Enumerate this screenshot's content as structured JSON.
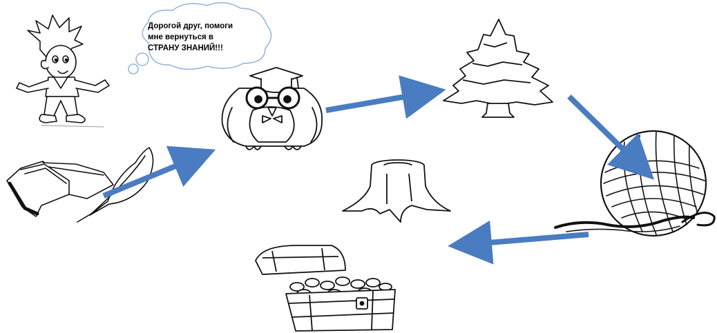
{
  "speech_bubble": {
    "lines": [
      "Дорогой друг, помоги",
      "мне вернуться в",
      "СТРАНУ ЗНАНИЙ!!!"
    ]
  },
  "colors": {
    "arrow": "#4a7cc1",
    "line": "#111111",
    "bubble_outline": "#8fb3de"
  },
  "icons": [
    "boy-character-icon",
    "book-quill-icon",
    "owl-icon",
    "fir-tree-icon",
    "yarn-ball-icon",
    "tree-stump-icon",
    "treasure-chest-icon"
  ],
  "path_order": [
    "book-quill",
    "owl",
    "fir-tree",
    "yarn-ball",
    "treasure-chest"
  ]
}
